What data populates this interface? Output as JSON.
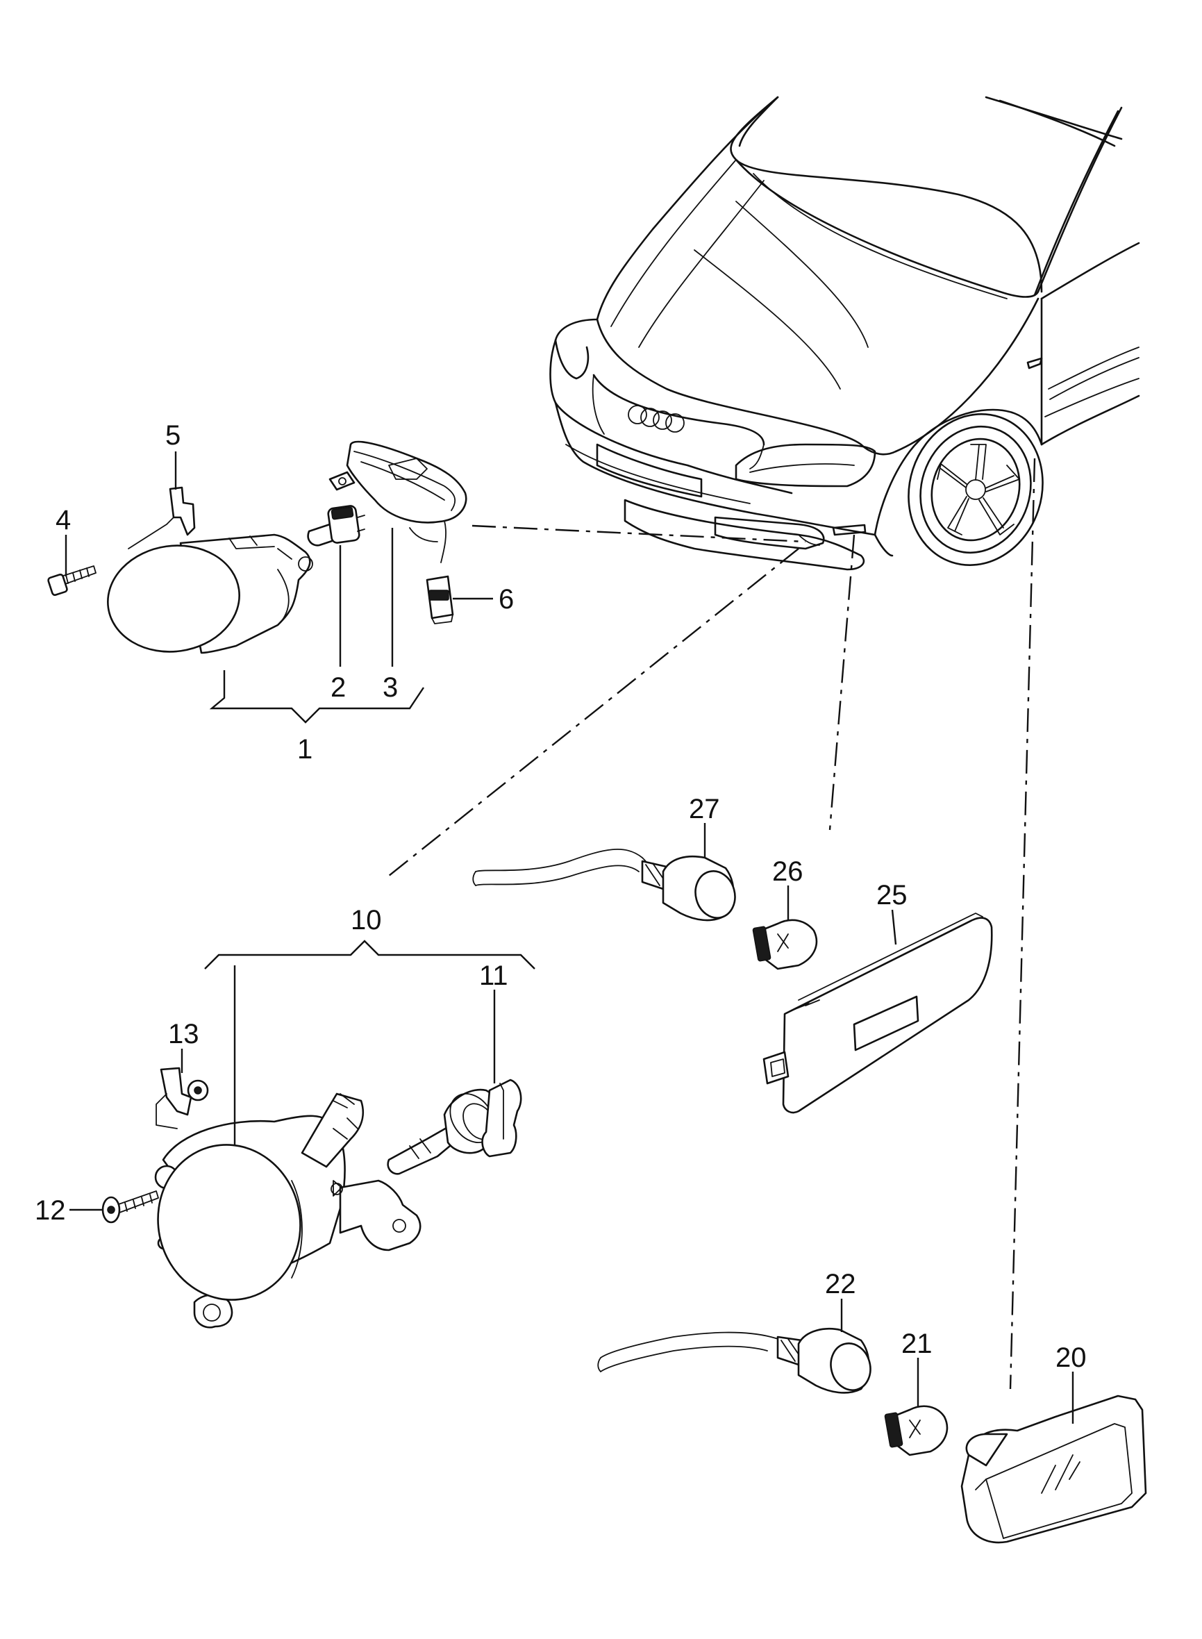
{
  "diagram": {
    "callouts": [
      {
        "id": "1",
        "text": "1"
      },
      {
        "id": "2",
        "text": "2"
      },
      {
        "id": "3",
        "text": "3"
      },
      {
        "id": "4",
        "text": "4"
      },
      {
        "id": "5",
        "text": "5"
      },
      {
        "id": "6",
        "text": "6"
      },
      {
        "id": "10",
        "text": "10"
      },
      {
        "id": "11",
        "text": "11"
      },
      {
        "id": "12",
        "text": "12"
      },
      {
        "id": "13",
        "text": "13"
      },
      {
        "id": "20",
        "text": "20"
      },
      {
        "id": "21",
        "text": "21"
      },
      {
        "id": "22",
        "text": "22"
      },
      {
        "id": "25",
        "text": "25"
      },
      {
        "id": "26",
        "text": "26"
      },
      {
        "id": "27",
        "text": "27"
      }
    ],
    "parts": [
      {
        "name": "car-front"
      },
      {
        "name": "fog-lamp-assembly-upper"
      },
      {
        "name": "bulb-2"
      },
      {
        "name": "wiring-harness-3"
      },
      {
        "name": "screw-4"
      },
      {
        "name": "clip-5"
      },
      {
        "name": "connector-6"
      },
      {
        "name": "fog-lamp-assembly-lower"
      },
      {
        "name": "h11-bulb"
      },
      {
        "name": "screw-12"
      },
      {
        "name": "clip-13"
      },
      {
        "name": "side-marker-lamp"
      },
      {
        "name": "wedge-bulb-21"
      },
      {
        "name": "bulb-socket-22"
      },
      {
        "name": "reflector-cover"
      },
      {
        "name": "wedge-bulb-26"
      },
      {
        "name": "bulb-socket-27"
      }
    ]
  }
}
